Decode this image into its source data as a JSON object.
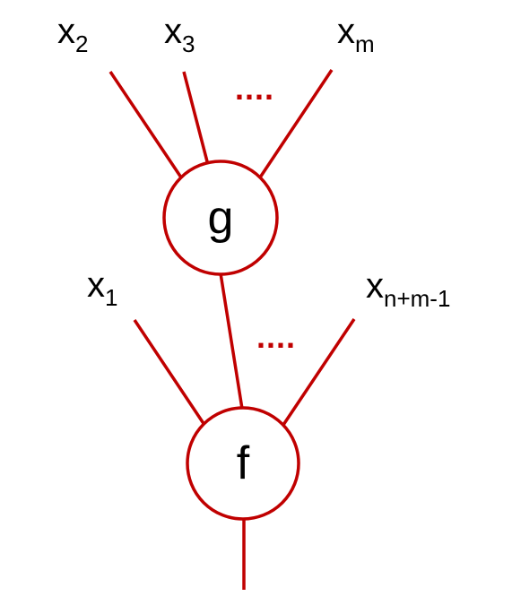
{
  "colors": {
    "edge": "#c00000",
    "node_stroke": "#c00000",
    "text": "#000000",
    "ellipsis": "#c00000"
  },
  "nodes": {
    "g": {
      "label": "g"
    },
    "f": {
      "label": "f"
    }
  },
  "inputs_g": {
    "x2": {
      "base": "x",
      "sub": "2"
    },
    "x3": {
      "base": "x",
      "sub": "3"
    },
    "xm": {
      "base": "x",
      "sub": "m"
    },
    "ellipsis": "...."
  },
  "inputs_f": {
    "x1": {
      "base": "x",
      "sub": "1"
    },
    "xnm1": {
      "base": "x",
      "sub": "n+m-1"
    },
    "ellipsis": "...."
  }
}
